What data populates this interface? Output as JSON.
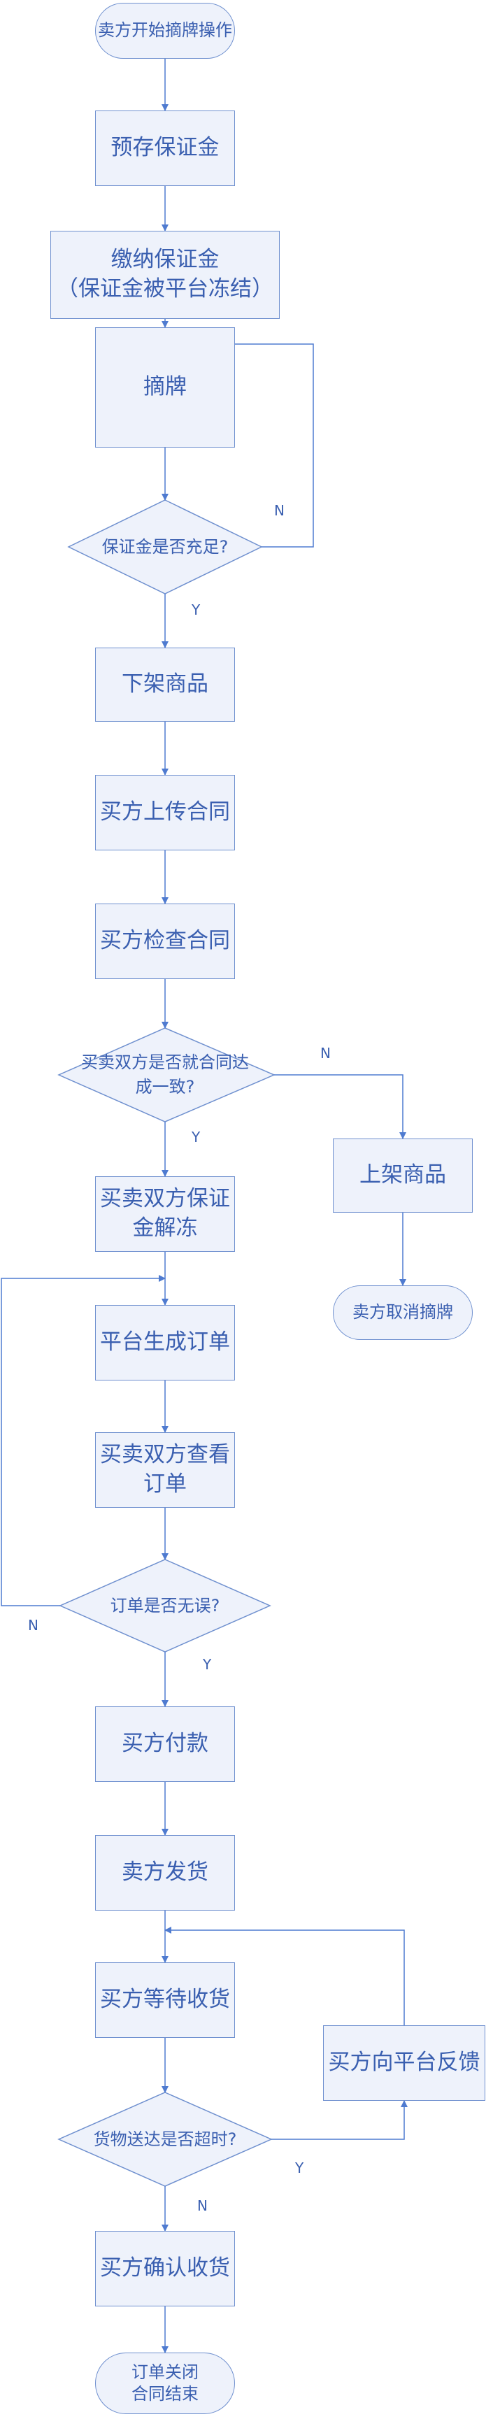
{
  "nodes": {
    "start": "卖方开始摘牌操作",
    "prepay": "预存保证金",
    "pay_line1": "缴纳保证金",
    "pay_line2": "（保证金被平台冻结）",
    "delist": "摘牌",
    "check_deposit": "保证金是否充足?",
    "takedown": "下架商品",
    "upload": "买方上传合同",
    "inspect": "买方检查合同",
    "agree_line1": "买卖双方是否就合同达",
    "agree_line2": "成一致?",
    "unfreeze_line1": "买卖双方保证",
    "unfreeze_line2": "金解冻",
    "relist": "上架商品",
    "cancel": "卖方取消摘牌",
    "gen_order": "平台生成订单",
    "view_line1": "买卖双方查看",
    "view_line2": "订单",
    "order_ok": "订单是否无误?",
    "pay": "买方付款",
    "ship": "卖方发货",
    "wait": "买方等待收货",
    "feedback": "买方向平台反馈",
    "timeout": "货物送达是否超时?",
    "confirm": "买方确认收货",
    "end_line1": "订单关闭",
    "end_line2": "合同结束"
  },
  "labels": {
    "y": "Y",
    "n": "N"
  },
  "colors": {
    "fill": "#eef2fb",
    "stroke": "#6f90cf",
    "text": "#3a5fb0",
    "edge": "#4f7bd0"
  }
}
